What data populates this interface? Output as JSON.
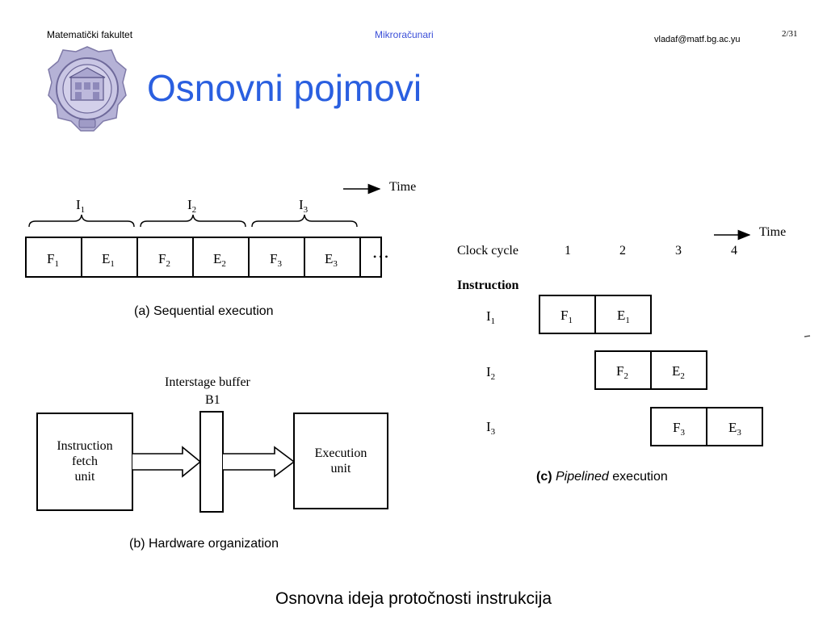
{
  "header": {
    "institution": "Matematički fakultet",
    "course": "Mikroračunari",
    "email": "vladaf@matf.bg.ac.yu",
    "page": "2/31"
  },
  "title": "Osnovni pojmovi",
  "caption": "Osnovna ideja protočnosti instrukcija",
  "diagram_a": {
    "time_label": "Time",
    "instructions": [
      "I",
      "I",
      "I"
    ],
    "instruction_subs": [
      "1",
      "2",
      "3"
    ],
    "cells": [
      {
        "base": "F",
        "sub": "1"
      },
      {
        "base": "E",
        "sub": "1"
      },
      {
        "base": "F",
        "sub": "2"
      },
      {
        "base": "E",
        "sub": "2"
      },
      {
        "base": "F",
        "sub": "3"
      },
      {
        "base": "E",
        "sub": "3"
      }
    ],
    "ellipsis": "• • •",
    "caption": "(a) Sequential execution"
  },
  "diagram_b": {
    "buffer_label": "Interstage buffer",
    "buffer_name": "B1",
    "fetch_unit": [
      "Instruction",
      "fetch",
      "unit"
    ],
    "exec_unit": [
      "Execution",
      "unit"
    ],
    "caption": "(b) Hardware organization"
  },
  "diagram_c": {
    "time_label": "Time",
    "clock_cycle_label": "Clock cycle",
    "cycles": [
      "1",
      "2",
      "3",
      "4"
    ],
    "instruction_header": "Instruction",
    "rows": [
      {
        "base": "I",
        "sub": "1",
        "cells": [
          {
            "base": "F",
            "sub": "1"
          },
          {
            "base": "E",
            "sub": "1"
          }
        ]
      },
      {
        "base": "I",
        "sub": "2",
        "cells": [
          {
            "base": "F",
            "sub": "2"
          },
          {
            "base": "E",
            "sub": "2"
          }
        ]
      },
      {
        "base": "I",
        "sub": "3",
        "cells": [
          {
            "base": "F",
            "sub": "3"
          },
          {
            "base": "E",
            "sub": "3"
          }
        ]
      }
    ],
    "caption_prefix": "(c) ",
    "caption_emph": "Pipelined",
    "caption_rest": " execution"
  }
}
